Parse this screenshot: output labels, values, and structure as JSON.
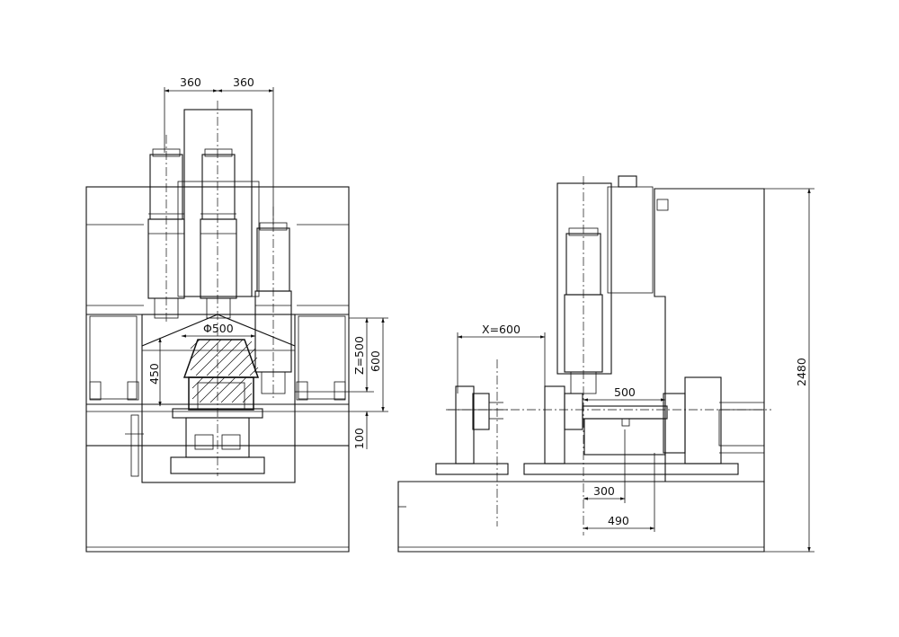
{
  "dimensions": {
    "spacing_left": "360",
    "spacing_right": "360",
    "diameter": "Φ500",
    "height_450": "450",
    "z_travel": "Z=500",
    "height_600": "600",
    "height_100": "100",
    "x_travel": "X=600",
    "table_500": "500",
    "offset_300": "300",
    "offset_490": "490",
    "overall_height": "2480"
  }
}
